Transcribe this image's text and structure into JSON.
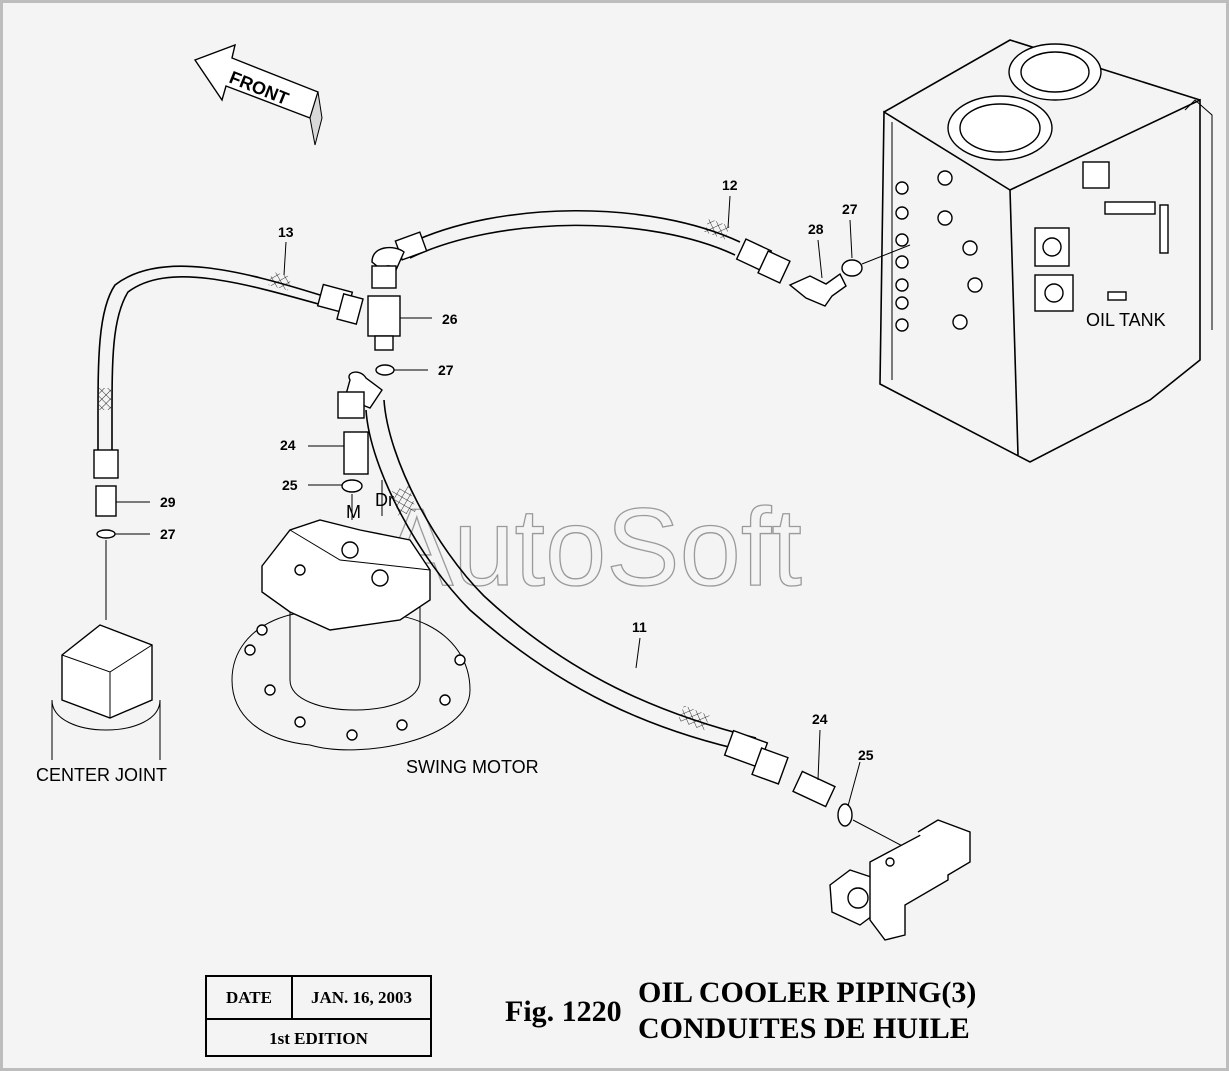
{
  "front_label": "FRONT",
  "callouts": {
    "c12": "12",
    "c13": "13",
    "c28": "28",
    "c27_a": "27",
    "c26": "26",
    "c27_b": "27",
    "c24_a": "24",
    "c25_a": "25",
    "c29": "29",
    "c27_c": "27",
    "c11": "11",
    "c24_b": "24",
    "c25_b": "25"
  },
  "port_labels": {
    "m": "M",
    "dr": "Dr"
  },
  "component_labels": {
    "oil_tank": "OIL TANK",
    "center_joint": "CENTER JOINT",
    "swing_motor": "SWING MOTOR"
  },
  "watermark": "AutoSoft",
  "title_block": {
    "date_label": "DATE",
    "date_value": "JAN. 16, 2003",
    "edition": "1st EDITION"
  },
  "figure": {
    "number": "Fig. 1220",
    "title_line1": "OIL COOLER PIPING(3)",
    "title_line2": "CONDUITES DE HUILE"
  }
}
